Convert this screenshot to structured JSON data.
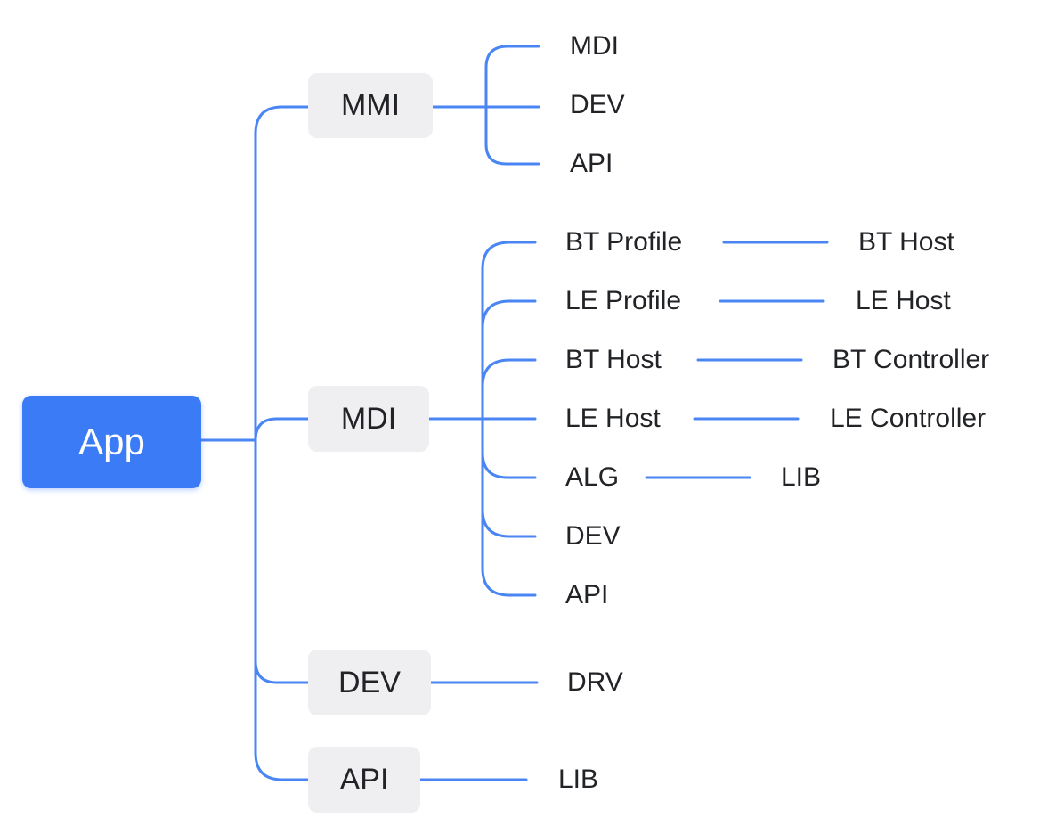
{
  "colors": {
    "line": "#4a86f3",
    "root_fill": "#3b7cf6",
    "node_fill": "#efeff1",
    "text": "#222326"
  },
  "root": {
    "label": "App"
  },
  "mmi": {
    "label": "MMI",
    "children": {
      "mdi": "MDI",
      "dev": "DEV",
      "api": "API"
    }
  },
  "mdi": {
    "label": "MDI",
    "children": {
      "bt_profile": "BT Profile",
      "bt_profile_child": "BT Host",
      "le_profile": "LE Profile",
      "le_profile_child": "LE Host",
      "bt_host": "BT Host",
      "bt_host_child": "BT Controller",
      "le_host": "LE Host",
      "le_host_child": "LE Controller",
      "alg": "ALG",
      "alg_child": "LIB",
      "dev": "DEV",
      "api": "API"
    }
  },
  "dev": {
    "label": "DEV",
    "child": "DRV"
  },
  "api": {
    "label": "API",
    "child": "LIB"
  }
}
